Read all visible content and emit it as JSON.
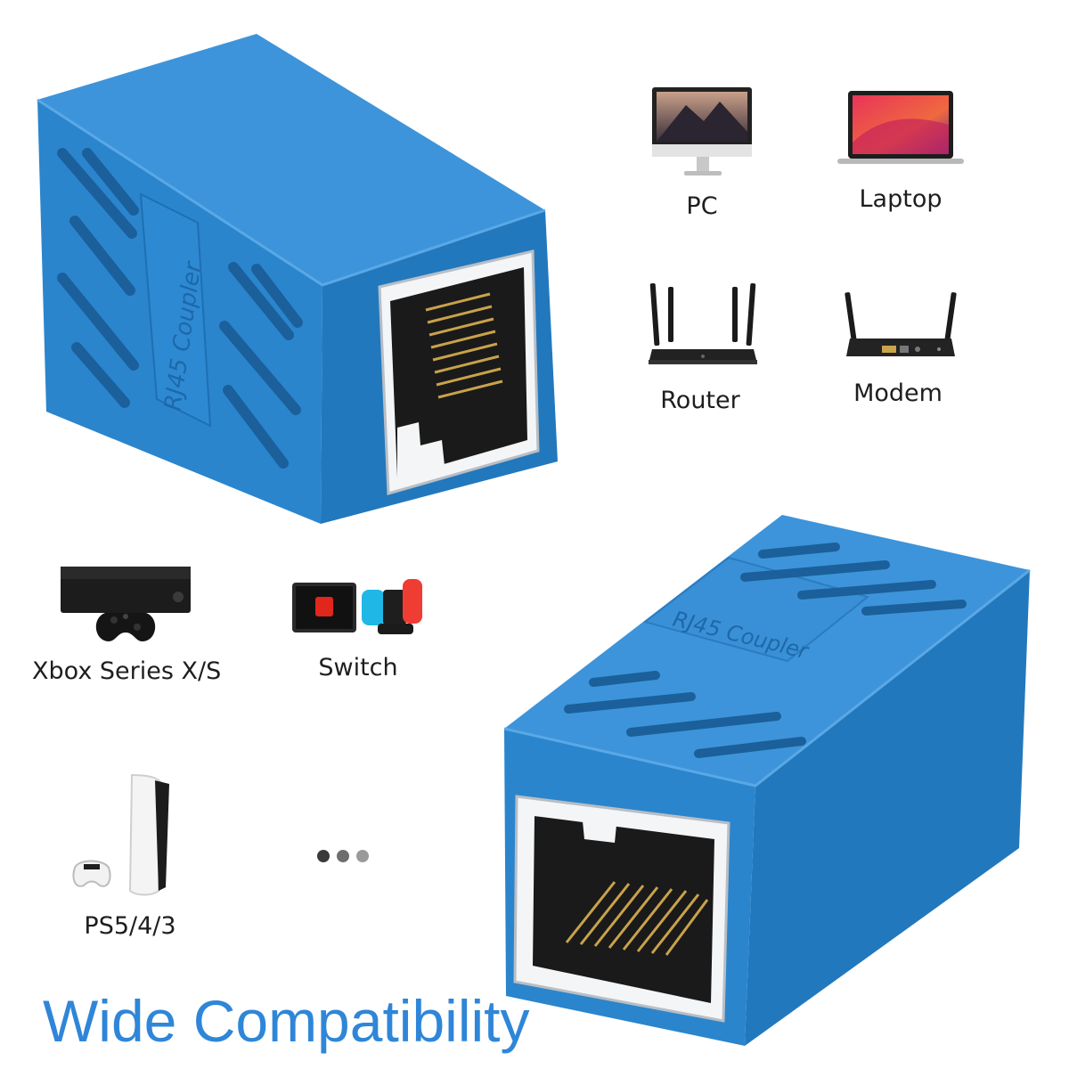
{
  "headline": "Wide Compatibility",
  "coupler_print": "RJ45 Coupler",
  "devices": {
    "pc": "PC",
    "laptop": "Laptop",
    "router": "Router",
    "modem": "Modem",
    "xbox": "Xbox Series X/S",
    "switch": "Switch",
    "ps": "PS5/4/3"
  },
  "colors": {
    "coupler_blue": "#2b86cf",
    "coupler_dark": "#1f6db0",
    "headline_blue": "#2f86d8",
    "dot_dark": "#3a3a3a",
    "dot_mid": "#6e6e6e",
    "dot_light": "#9a9a9a"
  },
  "icons": [
    "pc-icon",
    "laptop-icon",
    "router-icon",
    "modem-icon",
    "xbox-icon",
    "switch-icon",
    "ps5-icon"
  ],
  "pager": {
    "dots": 3,
    "active": 1
  }
}
